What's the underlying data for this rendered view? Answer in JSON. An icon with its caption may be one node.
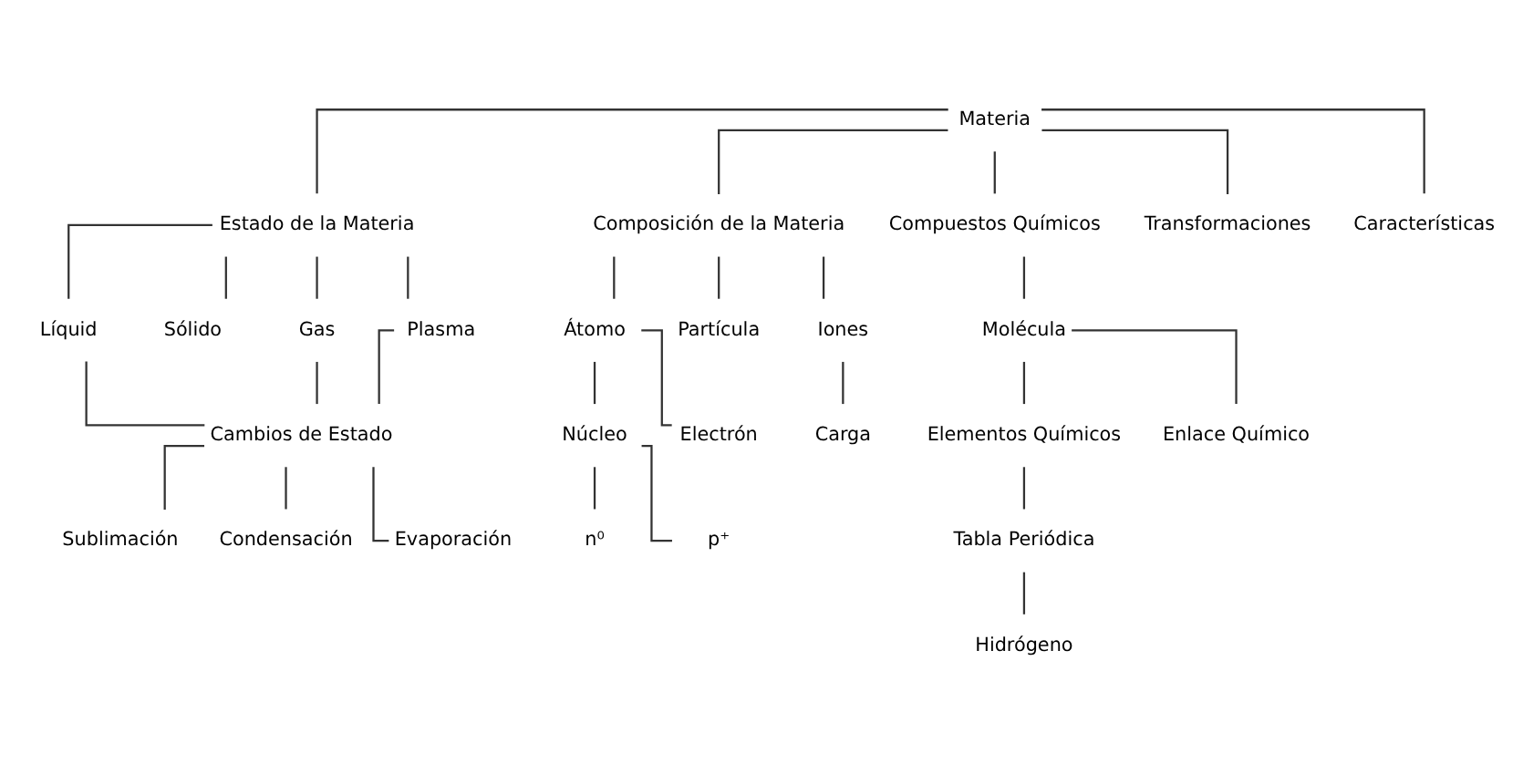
{
  "diagram": {
    "nodes": [
      {
        "text": [
          "Materia"
        ]
      },
      {
        "text": [
          "Estado de la Materia"
        ]
      },
      {
        "text": [
          "Composición de la Materia"
        ]
      },
      {
        "text": [
          "Compuestos Químicos"
        ]
      },
      {
        "text": [
          "Transformaciones"
        ]
      },
      {
        "text": [
          "Características"
        ]
      },
      {
        "text": [
          "Líquid"
        ]
      },
      {
        "text": [
          "Sólido"
        ]
      },
      {
        "text": [
          "Gas"
        ]
      },
      {
        "text": [
          "Plasma"
        ]
      },
      {
        "text": [
          "Átomo"
        ]
      },
      {
        "text": [
          "Partícula"
        ]
      },
      {
        "text": [
          "Iones"
        ]
      },
      {
        "text": [
          "Molécula"
        ]
      },
      {
        "text": [
          "Núcleo"
        ]
      },
      {
        "text": [
          "Electrón"
        ]
      },
      {
        "text": [
          "Carga"
        ]
      },
      {
        "text": [
          "Cambios de Estado"
        ]
      },
      {
        "text": [
          "n⁰"
        ]
      },
      {
        "text": [
          "p⁺"
        ]
      },
      {
        "text": [
          "Elementos Químicos"
        ]
      },
      {
        "text": [
          "Enlace Químico"
        ]
      },
      {
        "text": [
          "Sublimación"
        ]
      },
      {
        "text": [
          "Condensación"
        ]
      },
      {
        "text": [
          "Evaporación"
        ]
      },
      {
        "text": [
          "Tabla Periódica"
        ]
      },
      {
        "text": [
          "Hidrógeno"
        ]
      }
    ],
    "edges": [
      {
        "from": 0,
        "to": 1,
        "arrow": "none"
      },
      {
        "from": 0,
        "to": 2,
        "arrow": "none"
      },
      {
        "from": 0,
        "to": 3,
        "arrow": "none"
      },
      {
        "from": 0,
        "to": 4,
        "arrow": "none"
      },
      {
        "from": 0,
        "to": 5,
        "arrow": "none"
      },
      {
        "from": 1,
        "to": 6,
        "arrow": "none"
      },
      {
        "from": 1,
        "to": 7,
        "arrow": "none"
      },
      {
        "from": 1,
        "to": 8,
        "arrow": "none"
      },
      {
        "from": 1,
        "to": 9,
        "arrow": "none"
      },
      {
        "from": 2,
        "to": 10,
        "arrow": "none"
      },
      {
        "from": 2,
        "to": 11,
        "arrow": "none"
      },
      {
        "from": 2,
        "to": 12,
        "arrow": "none"
      },
      {
        "from": 3,
        "to": 13,
        "arrow": "none"
      },
      {
        "from": 6,
        "to": 17,
        "arrow": "none"
      },
      {
        "from": 8,
        "to": 17,
        "arrow": "none"
      },
      {
        "from": 9,
        "to": 17,
        "arrow": "none"
      },
      {
        "from": 10,
        "to": 14,
        "arrow": "none"
      },
      {
        "from": 10,
        "to": 15,
        "arrow": "none"
      },
      {
        "from": 12,
        "to": 16,
        "arrow": "none"
      },
      {
        "from": 14,
        "to": 18,
        "arrow": "none"
      },
      {
        "from": 14,
        "to": 19,
        "arrow": "none"
      },
      {
        "from": 13,
        "to": 20,
        "arrow": "none"
      },
      {
        "from": 13,
        "to": 21,
        "arrow": "none"
      },
      {
        "from": 17,
        "to": 22,
        "arrow": "none"
      },
      {
        "from": 17,
        "to": 23,
        "arrow": "none"
      },
      {
        "from": 17,
        "to": 24,
        "arrow": "none"
      },
      {
        "from": 20,
        "to": 25,
        "arrow": "none"
      },
      {
        "from": 25,
        "to": 26,
        "arrow": "none"
      }
    ]
  }
}
